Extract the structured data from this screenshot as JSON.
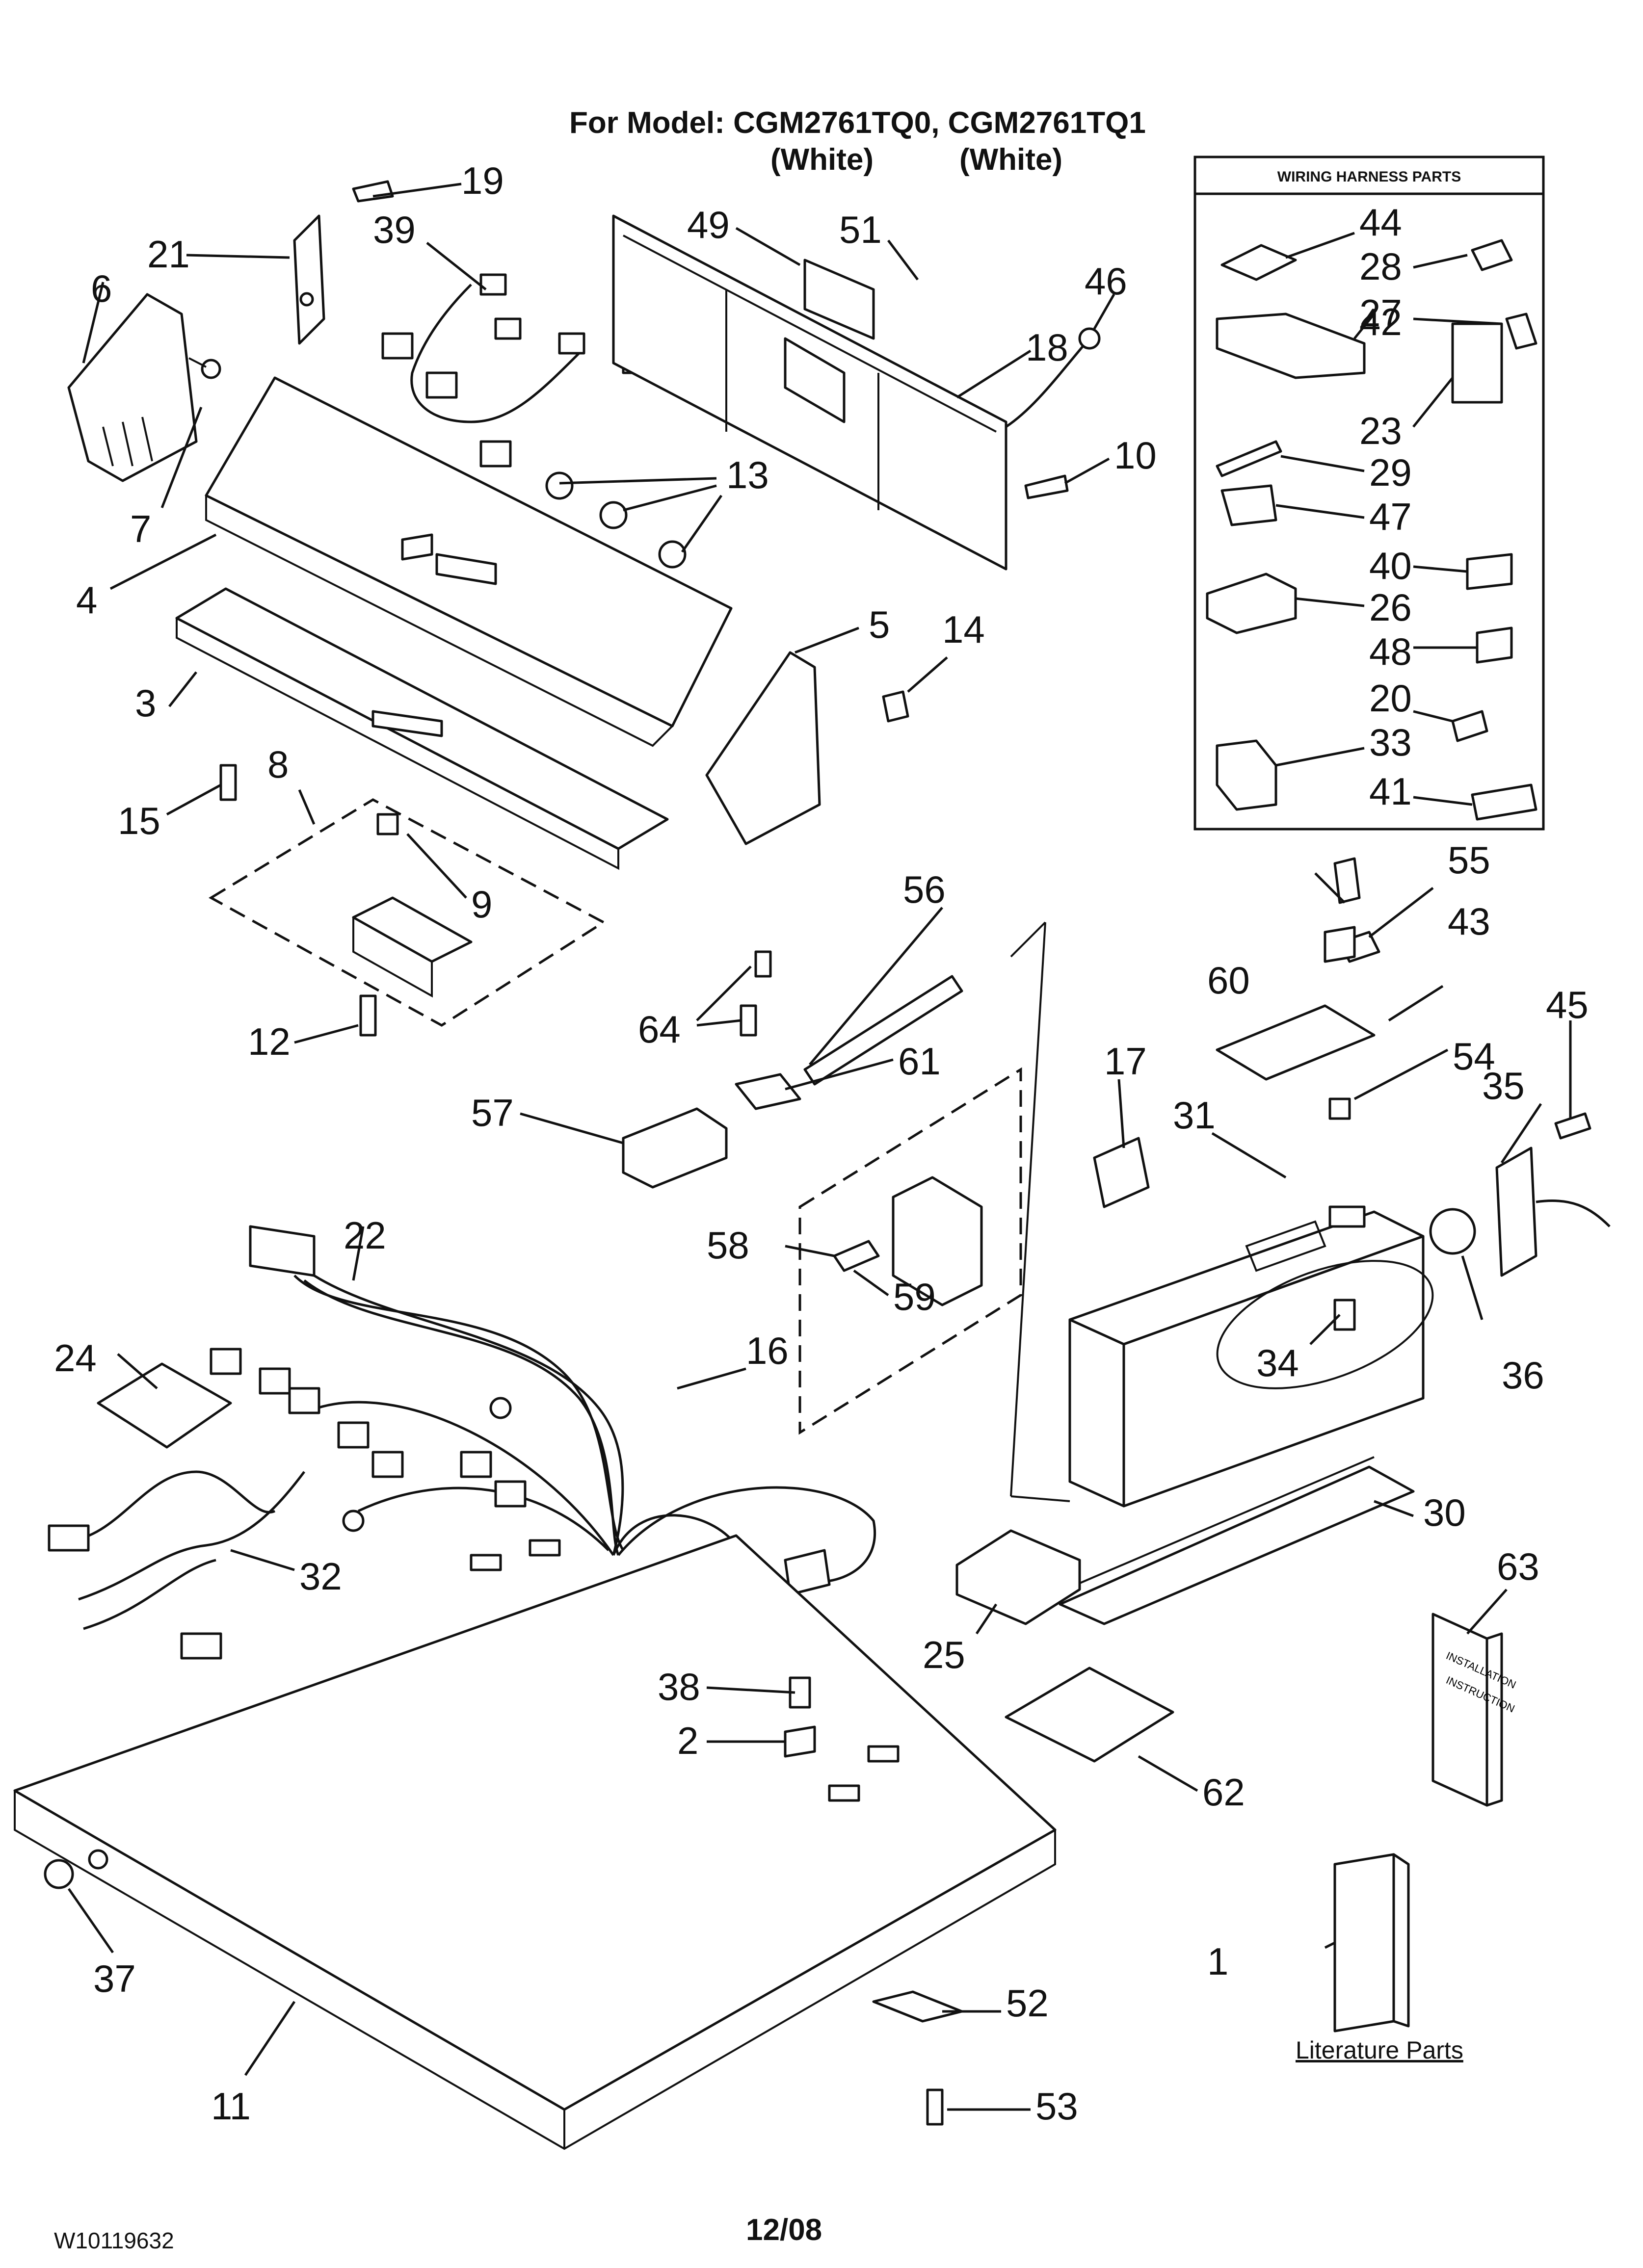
{
  "header": {
    "model_line": "For Model: CGM2761TQ0, CGM2761TQ1",
    "color_1": "(White)",
    "color_2": "(White)"
  },
  "wiring_harness_box": {
    "title": "WIRING HARNESS PARTS",
    "part_numbers": [
      "44",
      "28",
      "27",
      "42",
      "23",
      "29",
      "47",
      "40",
      "26",
      "48",
      "20",
      "33",
      "41"
    ]
  },
  "callouts": {
    "c1": "1",
    "c2": "2",
    "c3": "3",
    "c4": "4",
    "c5": "5",
    "c6": "6",
    "c7": "7",
    "c8": "8",
    "c9": "9",
    "c10": "10",
    "c11": "11",
    "c12": "12",
    "c13": "13",
    "c14": "14",
    "c15": "15",
    "c16": "16",
    "c17": "17",
    "c18": "18",
    "c19": "19",
    "c20": "20",
    "c21": "21",
    "c22": "22",
    "c23": "23",
    "c24": "24",
    "c25": "25",
    "c26": "26",
    "c27": "27",
    "c28": "28",
    "c29": "29",
    "c30": "30",
    "c31": "31",
    "c32": "32",
    "c33": "33",
    "c34": "34",
    "c35": "35",
    "c36": "36",
    "c37": "37",
    "c38": "38",
    "c39": "39",
    "c40": "40",
    "c41": "41",
    "c42": "42",
    "c43": "43",
    "c44": "44",
    "c45": "45",
    "c46": "46",
    "c47": "47",
    "c48": "48",
    "c49": "49",
    "c51": "51",
    "c52": "52",
    "c53": "53",
    "c54": "54",
    "c55": "55",
    "c56": "56",
    "c57": "57",
    "c58": "58",
    "c59": "59",
    "c60": "60",
    "c61": "61",
    "c62": "62",
    "c63": "63",
    "c64": "64"
  },
  "literature": {
    "label": "Literature Parts",
    "booklet_line1": "INSTALLATION",
    "booklet_line2": "INSTRUCTION"
  },
  "footer": {
    "doc_number": "W10119632",
    "date": "12/08"
  }
}
